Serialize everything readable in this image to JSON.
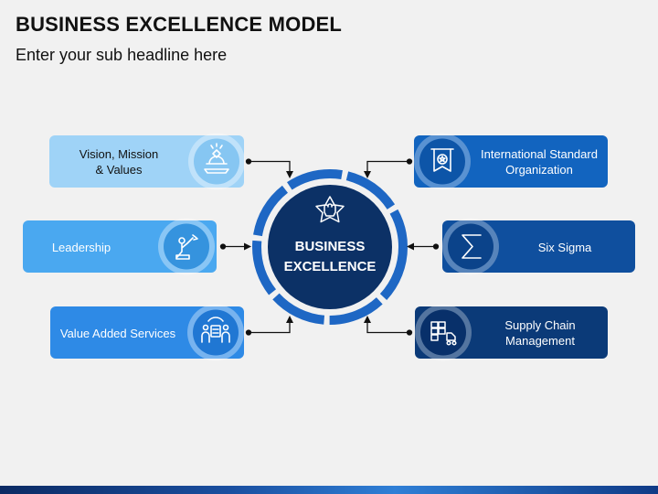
{
  "title": "BUSINESS EXCELLENCE MODEL",
  "subtitle": "Enter your sub headline here",
  "center": {
    "label": "BUSINESS\nEXCELLENCE",
    "icon": "star-fist-icon"
  },
  "items": [
    {
      "label": "Vision, Mission\n& Values",
      "icon": "award-tray-icon",
      "color": "#9fd3f7",
      "ring": "#86c6f2"
    },
    {
      "label": "Leadership",
      "icon": "person-flag-icon",
      "color": "#4aa8f0",
      "ring": "#3593de"
    },
    {
      "label": "Value Added Services",
      "icon": "service-people-icon",
      "color": "#2e8ae6",
      "ring": "#2077d3"
    },
    {
      "label": "International Standard\nOrganization",
      "icon": "banner-star-icon",
      "color": "#1264bf",
      "ring": "#0d55a8"
    },
    {
      "label": "Six Sigma",
      "icon": "sigma-icon",
      "color": "#0f4f9e",
      "ring": "#0b438a"
    },
    {
      "label": "Supply Chain\nManagement",
      "icon": "warehouse-truck-icon",
      "color": "#0b3a78",
      "ring": "#08306a"
    }
  ],
  "colors": {
    "center_dark": "#0c3166",
    "center_ring": "#1e67c4",
    "arrow": "#111111",
    "background": "#f1f1f1"
  }
}
